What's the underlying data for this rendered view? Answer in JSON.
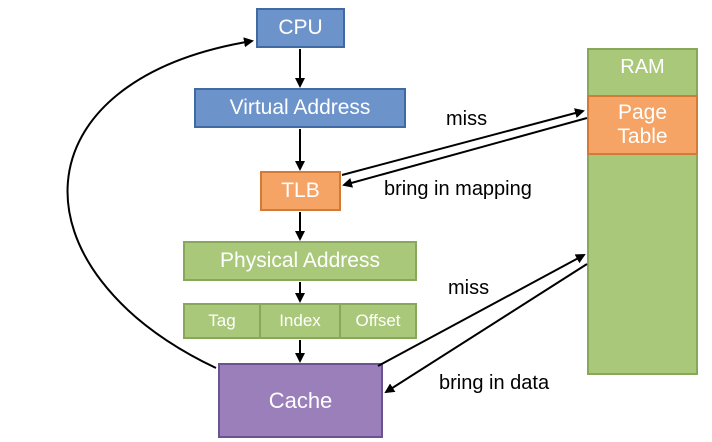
{
  "nodes": {
    "cpu": "CPU",
    "virtual_address": "Virtual Address",
    "tlb": "TLB",
    "physical_address": "Physical Address",
    "tag": "Tag",
    "index": "Index",
    "offset": "Offset",
    "cache": "Cache",
    "ram": "RAM",
    "page_table_line1": "Page",
    "page_table_line2": "Table"
  },
  "edge_labels": {
    "tlb_miss": "miss",
    "bring_in_mapping": "bring in mapping",
    "cache_miss": "miss",
    "bring_in_data": "bring in data"
  },
  "colors": {
    "blue": "#6d93cb",
    "orange": "#f5a466",
    "green": "#aac87a",
    "purple": "#9a7fbb"
  }
}
